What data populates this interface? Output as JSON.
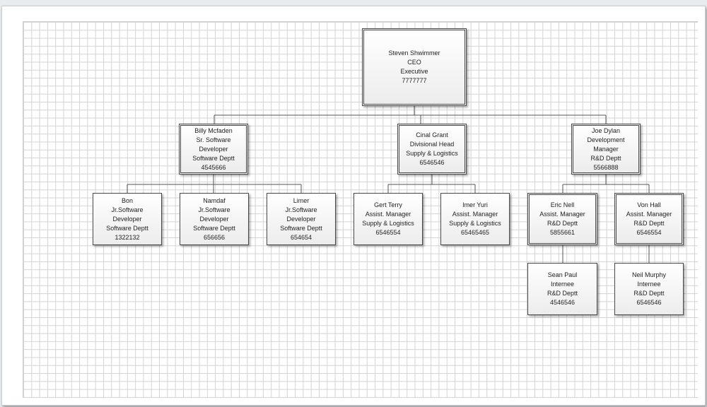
{
  "org_chart": {
    "nodes": [
      {
        "id": "ceo",
        "lines": [
          "Steven Shwimmer",
          "CEO",
          "Executive",
          "7777777"
        ]
      },
      {
        "id": "billy",
        "lines": [
          "Billy Mcfaden",
          "Sr. Software",
          "Developer",
          "Software Deptt",
          "4545666"
        ]
      },
      {
        "id": "cinal",
        "lines": [
          "Cinal Grant",
          "Divisional Head",
          "Supply & Logistics",
          "6546546"
        ]
      },
      {
        "id": "joe",
        "lines": [
          "Joe Dylan",
          "Development",
          "Manager",
          "R&D Deptt",
          "5566888"
        ]
      },
      {
        "id": "bon",
        "lines": [
          "Bon",
          "Jr.Software",
          "Developer",
          "Software Deptt",
          "1322132"
        ]
      },
      {
        "id": "namdaf",
        "lines": [
          "Namdaf",
          "Jr.Software",
          "Developer",
          "Software Deptt",
          "656656"
        ]
      },
      {
        "id": "limer",
        "lines": [
          "Limer",
          "Jr.Software",
          "Developer",
          "Software Deptt",
          "654654"
        ]
      },
      {
        "id": "gert",
        "lines": [
          "Gert Terry",
          "Assist. Manager",
          "Supply & Logistics",
          "6546554"
        ]
      },
      {
        "id": "imer",
        "lines": [
          "Imer Yuri",
          "Assist. Manager",
          "Supply & Logistics",
          "65465465"
        ]
      },
      {
        "id": "eric",
        "lines": [
          "Eric Nell",
          "Assist. Manager",
          "R&D Deptt",
          "5855661"
        ]
      },
      {
        "id": "von",
        "lines": [
          "Von Hall",
          "Assist. Manager",
          "R&D Deptt",
          "6546554"
        ]
      },
      {
        "id": "sean",
        "lines": [
          "Sean Paul",
          "Internee",
          "R&D Deptt",
          "4546546"
        ]
      },
      {
        "id": "neil",
        "lines": [
          "Neil Murphy",
          "Internee",
          "R&D Deptt",
          "6546546"
        ]
      }
    ]
  }
}
